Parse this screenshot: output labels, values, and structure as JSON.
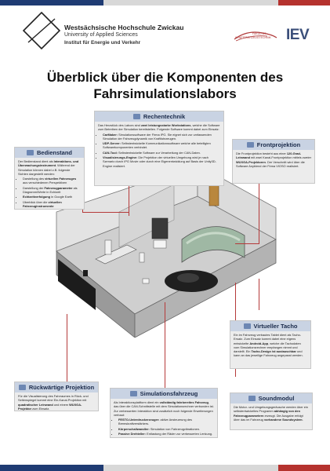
{
  "header": {
    "university": "Westsächsische Hochschule Zwickau",
    "university_sub": "University of Applied Sciences",
    "institute": "Institut für Energie und Verkehr",
    "faculty_line1": "FAKULTÄT",
    "faculty_line2": "KRAFTFAHRZEUGTECHNIK",
    "iev_logo": "IEV"
  },
  "colors": {
    "bar_blue": "#1f3b73",
    "bar_grey": "#d8d8d8",
    "bar_red": "#b5322e",
    "panel_header": "#c9d3e3",
    "connector": "#b53a3a"
  },
  "title": "Überblick über die Komponenten des Fahrsimulationslabors",
  "panels": {
    "rechentechnik": {
      "title": "Rechentechnik",
      "icon": "computer-icon",
      "intro_1": "Das Herzstück des Labors sind ",
      "intro_bold": "zwei leistungsstarke Workstations",
      "intro_2": ", welche die Software zum Betreiben der Simulation bereitstellen. Folgende Software kommt dabei zum Einsatz:",
      "items": [
        {
          "bold": "CarMaker:",
          "text": " Simulationssoftware der Firma IPG. Sie eignet sich zur umfassenden Simulation der Fahrzeugdynamik von Kraftfahrzeugen."
        },
        {
          "bold": "UDP-Server:",
          "text": " Selbstentwickelte Kommunikationssoftware welche alle beteiligten Softwarekomponenten verbindet."
        },
        {
          "bold": "CAN-Tool:",
          "text": " Selbstentwickelte Software zur Verarbeitung der CAN-Daten."
        },
        {
          "bold": "Visualisierungs-Engine:",
          "text": " Die Projektion der virtuellen Umgebung wird je nach Szenario durch IPG Movie oder durch eine Eigenentwicklung auf Basis der Unity3D-Engine realisiert."
        }
      ]
    },
    "bedienstand": {
      "title": "Bedienstand",
      "icon": "monitor-icon",
      "intro_1": "Der Bedienstand dient als ",
      "intro_bold": "Interaktions- und Überwachungsinstrument",
      "intro_2": ". Während der Simulation können dabei z.B. folgende Sichten dargestellt werden:",
      "items": [
        {
          "pre": "Darstellung des ",
          "bold": "virtuellen Fahrzeuges",
          "post": " aus verschiedenen Perspektiven"
        },
        {
          "pre": "Darstellung der ",
          "bold": "Fahrzeugparameter",
          "post": " als Diagramm/Werte in Echtzeit"
        },
        {
          "pre": "",
          "bold": "Echtzeitverfolgung",
          "post": " in Google Earth"
        },
        {
          "pre": "Überblick über die ",
          "bold": "virtuellen Fahrzeuginstrumente",
          "post": ""
        }
      ]
    },
    "frontprojektion": {
      "title": "Frontprojektion",
      "icon": "projector-icon",
      "intro_1": "Die Frontprojektion besteht aus einer ",
      "bold_1": "120-Grad-Leinwand",
      "intro_2": " mit zwei Kanal-Frontprojektion mittels zweier ",
      "bold_2": "WUXGA-Projektoren",
      "intro_3": ". Der Verschnitt wird über die Software Anyblend der Firma VIOSO realisiert."
    },
    "virtueller_tacho": {
      "title": "Virtueller Tacho",
      "icon": "speedometer-icon",
      "text_1": "Ein im Fahrzeug verbautes Tablet dient als Tacho-Ersatz. Zum Einsatz kommt dabei eine eigens entwickelte ",
      "bold_1": "Android-App",
      "text_2": ", welche die Tachodaten vom Simulationsrechner empfangen nimmt und darstellt. Ein ",
      "bold_2": "Tacho-Design ist austauschbar",
      "text_3": " und kann an das jeweilige Fahrzeug angepasst werden."
    },
    "rueckwaertige_projektion": {
      "title": "Rückwärtige Projektion",
      "icon": "projector-icon",
      "text_1": "Für die Visualisierung des Fahrraumes in Rück- und Seitenspiegel kommt eine Ein-Kanal-Projektion mit ",
      "bold_1": "quadratischer Leinwand",
      "text_2": " und einem ",
      "bold_2": "WUXGA-Projektor",
      "text_3": " zum Einsatz."
    },
    "simulationsfahrzeug": {
      "title": "Simulationsfahrzeug",
      "icon": "car-icon",
      "intro_1": "Als Interaktionsplattform dient ein ",
      "intro_bold": "vollständig fahrbereites Fahrzeug",
      "intro_2": ", das über die CAN-Schnittstelle mit dem Simulationsrechner verbunden ist. Zur verbesserten Interaktion sind zusätzlich noch folgende Erweiterungen verbaut:",
      "items": [
        {
          "bold": "FESTO-Unterdruckerzeuger:",
          "text": " aktive Ansteuerung des Bremskraftverstärkers."
        },
        {
          "bold": "Körperschallwandler:",
          "text": " Simulation von Fahrzeugvibrationen."
        },
        {
          "bold": "Passive Drehteller:",
          "text": " Entlastung der Räder zur verbesserten Lenkung."
        }
      ]
    },
    "soundmodul": {
      "title": "Soundmodul",
      "icon": "speaker-icon",
      "text_1": "Die Motor- und Umgebungsgeräusche werden über ein selbstentwickeltes Programm ",
      "bold_1": "abhängig von den Fahrzeugparametern",
      "text_2": " erzeugt. Die Ausgabe erfolgt über das im Fahrzeug ",
      "bold_2": "vorhandene Soundsystem",
      "text_3": "."
    }
  }
}
